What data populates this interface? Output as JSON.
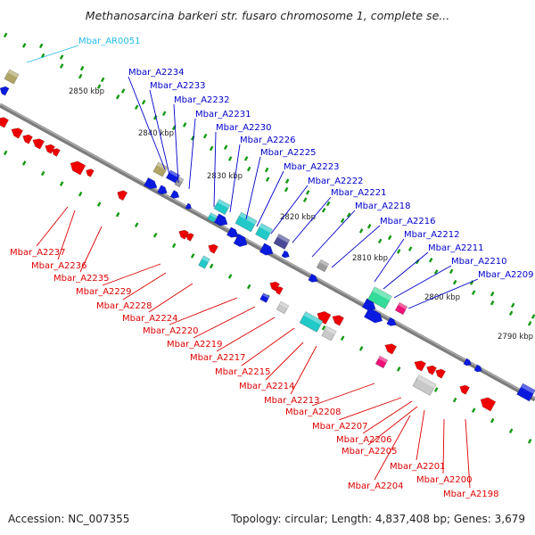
{
  "title": "Methanosarcina barkeri str. fusaro chromosome 1, complete se...",
  "footer": {
    "accession": "Accession: NC_007355",
    "topology": "Topology: circular; Length: 4,837,408 bp; Genes: 3,679"
  },
  "colors": {
    "backbone": "#8a8a8a",
    "dots": "#119911",
    "forward_gene": "#0a1adf",
    "reverse_gene": "#ee0000",
    "forward_label": "#0000cc",
    "reverse_label": "#dd0000",
    "rna_label": "#22bbee",
    "olive": "#b0a466",
    "teal": "#22c9c9",
    "gray": "#9b9b9b",
    "magenta": "#ee1177",
    "purple": "#4a4a96",
    "lightgray": "#c8c8c8",
    "green_teal": "#33dd99"
  },
  "kbp_labels": [
    "2850 kbp",
    "2840 kbp",
    "2830 kbp",
    "2820 kbp",
    "2810 kbp",
    "2800 kbp",
    "2790 kbp"
  ],
  "upper_labels": [
    {
      "text": "Mbar_AR0051",
      "kind": "rna"
    },
    {
      "text": "Mbar_A2234",
      "kind": "forward"
    },
    {
      "text": "Mbar_A2233",
      "kind": "forward"
    },
    {
      "text": "Mbar_A2232",
      "kind": "forward"
    },
    {
      "text": "Mbar_A2231",
      "kind": "forward"
    },
    {
      "text": "Mbar_A2230",
      "kind": "forward"
    },
    {
      "text": "Mbar_A2226",
      "kind": "forward"
    },
    {
      "text": "Mbar_A2225",
      "kind": "forward"
    },
    {
      "text": "Mbar_A2223",
      "kind": "forward"
    },
    {
      "text": "Mbar_A2222",
      "kind": "forward"
    },
    {
      "text": "Mbar_A2221",
      "kind": "forward"
    },
    {
      "text": "Mbar_A2218",
      "kind": "forward"
    },
    {
      "text": "Mbar_A2216",
      "kind": "forward"
    },
    {
      "text": "Mbar_A2212",
      "kind": "forward"
    },
    {
      "text": "Mbar_A2211",
      "kind": "forward"
    },
    {
      "text": "Mbar_A2210",
      "kind": "forward"
    },
    {
      "text": "Mbar_A2209",
      "kind": "forward"
    }
  ],
  "lower_labels": [
    {
      "text": "Mbar_A2237"
    },
    {
      "text": "Mbar_A2236"
    },
    {
      "text": "Mbar_A2235"
    },
    {
      "text": "Mbar_A2229"
    },
    {
      "text": "Mbar_A2228"
    },
    {
      "text": "Mbar_A2224"
    },
    {
      "text": "Mbar_A2220"
    },
    {
      "text": "Mbar_A2219"
    },
    {
      "text": "Mbar_A2217"
    },
    {
      "text": "Mbar_A2215"
    },
    {
      "text": "Mbar_A2214"
    },
    {
      "text": "Mbar_A2213"
    },
    {
      "text": "Mbar_A2208"
    },
    {
      "text": "Mbar_A2207"
    },
    {
      "text": "Mbar_A2206"
    },
    {
      "text": "Mbar_A2205"
    },
    {
      "text": "Mbar_A2201"
    },
    {
      "text": "Mbar_A2204"
    },
    {
      "text": "Mbar_A2200"
    },
    {
      "text": "Mbar_A2198"
    }
  ]
}
